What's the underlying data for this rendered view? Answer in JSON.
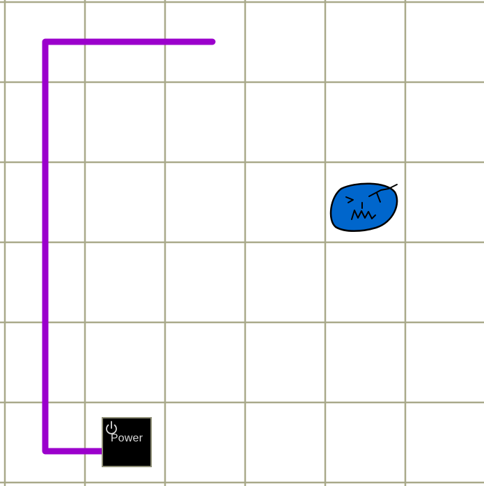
{
  "board": {
    "grid_columns": 6,
    "grid_rows": 6,
    "grid_color": "#a9a98a",
    "background_color": "#ffffff"
  },
  "wire": {
    "color": "#9b00cc"
  },
  "power_block": {
    "label": "Power",
    "icon": "power-icon",
    "background_color": "#000000",
    "text_color": "#d8d8d8"
  },
  "enemy": {
    "icon": "angry-blob-face-icon",
    "fill_color": "#0066cc",
    "outline_color": "#000000"
  }
}
